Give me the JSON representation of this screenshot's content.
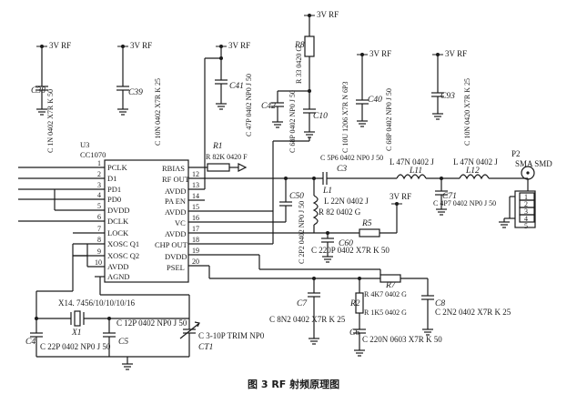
{
  "power": {
    "label": "3V RF"
  },
  "components": {
    "C38": {
      "ref": "C38",
      "value": "C 1N 0402 X7R K 50"
    },
    "C39": {
      "ref": "C39",
      "value": "C 10N 0402 X7R K 25"
    },
    "C41": {
      "ref": "C41",
      "value": "C 47P 0402 NP0 J 50"
    },
    "C42": {
      "ref": "C42",
      "value": "C 68P 0402 NP0 J 50"
    },
    "R8": {
      "ref": "R8",
      "value": "R 33 0420 G"
    },
    "C10": {
      "ref": "C10",
      "value": "C 10U 1206 X7R N 6P3"
    },
    "C40": {
      "ref": "C40",
      "value": "C 68P 0402 NP0 J 50"
    },
    "C93": {
      "ref": "C93",
      "value": "C 10N 0420 X7R K 25"
    },
    "R1": {
      "ref": "R1",
      "value": "R 82K 0420 F"
    },
    "C3": {
      "ref": "C3",
      "value": "C 5P6 0402 NP0 J 50"
    },
    "L11": {
      "ref": "L11",
      "value": "L 47N 0402 J"
    },
    "L12": {
      "ref": "L12",
      "value": "L 47N 0402 J"
    },
    "C71": {
      "ref": "C71",
      "value": "C 4P7 0402 NP0 J 50"
    },
    "C50": {
      "ref": "C50",
      "value": "C 2P2 0402 NP0 J 50"
    },
    "L1": {
      "ref": "L1",
      "value": "L 22N 0402 J"
    },
    "R5": {
      "ref": "R5",
      "value": "R 82 0402 G"
    },
    "C60": {
      "ref": "C60",
      "value": "C 220P 0402 X7R K 50"
    },
    "C7": {
      "ref": "C7",
      "value": "C 8N2 0402 X7R K 25"
    },
    "R7": {
      "ref": "R7",
      "value": "R 4K7 0402 G"
    },
    "R2": {
      "ref": "R2",
      "value": "R 1K5 0402 G"
    },
    "C8": {
      "ref": "C8",
      "value": "C 2N2 0402 X7R K 25"
    },
    "C6": {
      "ref": "C6",
      "value": "C 220N 0603 X7R K 50"
    },
    "X1": {
      "ref": "X1",
      "value": "X14. 7456/10/10/10/16"
    },
    "C4": {
      "ref": "C4",
      "value": "C 22P 0402 NP0 J 50"
    },
    "C5": {
      "ref": "C5",
      "value": "C 12P 0402 NP0 J 50"
    },
    "CT1": {
      "ref": "CT1",
      "value": "C 3-10P TRIM NP0"
    }
  },
  "ic": {
    "ref": "U3",
    "part": "CC1070",
    "left_pins": [
      "PCLK",
      "D1",
      "PD1",
      "PD0",
      "DVDD",
      "DCLK",
      "LOCK",
      "XOSC Q1",
      "XOSC Q2",
      "AVDD",
      "AGND"
    ],
    "left_nums": [
      "1",
      "2",
      "3",
      "4",
      "5",
      "6",
      "7",
      "8",
      "9",
      "10"
    ],
    "right_pins": [
      "RBIAS",
      "RF OUT",
      "AVDD",
      "PA EN",
      "AVDD",
      "VC",
      "AVDD",
      "CHP OUT",
      "DVDD",
      "PSEL"
    ],
    "right_nums": [
      "12",
      "13",
      "14",
      "15",
      "16",
      "17",
      "18",
      "19",
      "20"
    ]
  },
  "connector": {
    "ref": "P2",
    "name": "SMA SMD",
    "pins": [
      "1",
      "2",
      "3",
      "4",
      "5"
    ]
  },
  "caption": "图 3   RF 射频原理图"
}
